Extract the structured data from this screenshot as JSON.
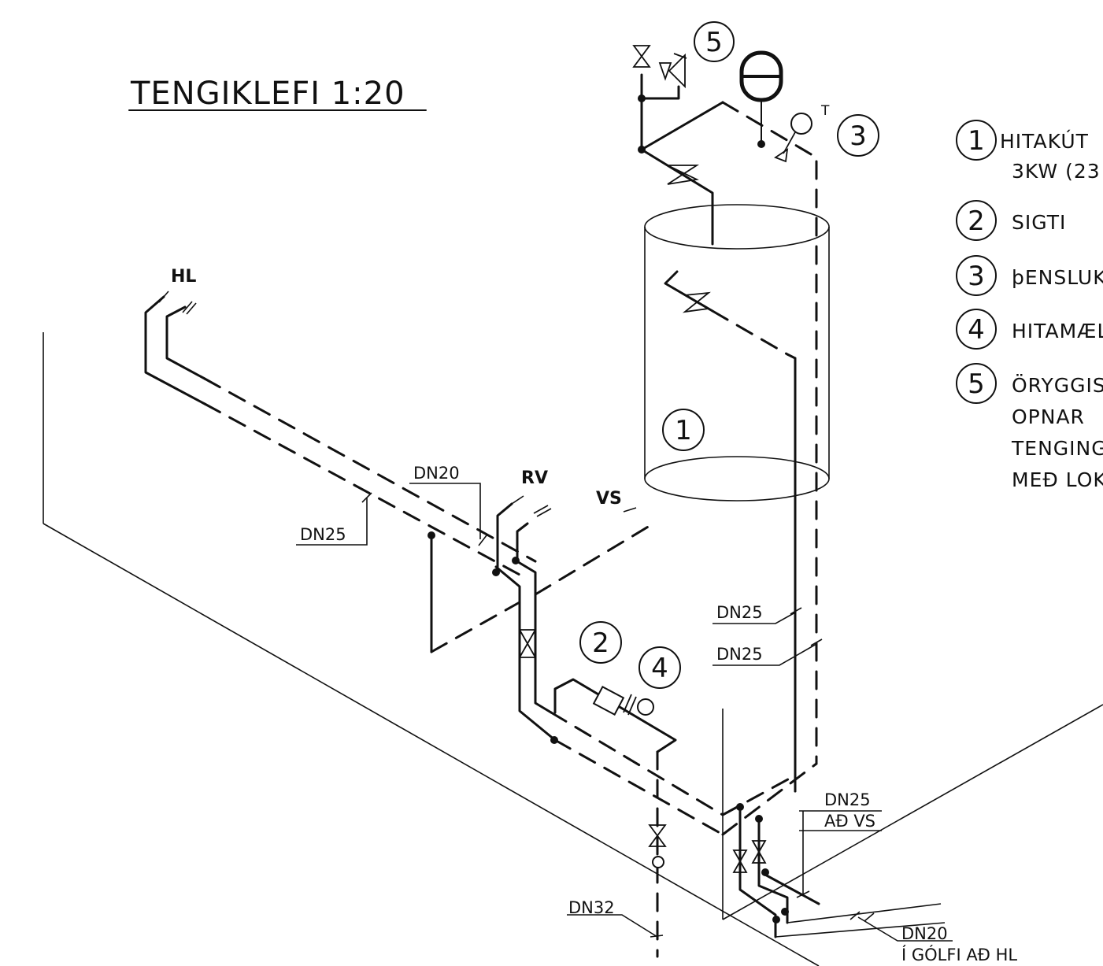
{
  "title": "TENGIKLEFI 1:20",
  "pipe_labels": {
    "hl": "HL",
    "rv": "RV",
    "vs": "VS",
    "dn20_main": "DN20",
    "dn25_main": "DN25",
    "dn25_upper": "DN25",
    "dn25_lower": "DN25",
    "dn25_vs": "DN25",
    "ad_vs": "AÐ VS",
    "dn32": "DN32",
    "dn20_floor": "DN20",
    "floor_hl": "Í GÓLFI AÐ HL",
    "temp_t": "T"
  },
  "markers": [
    "1",
    "2",
    "3",
    "4",
    "5"
  ],
  "legend": [
    {
      "num": "1",
      "lines": [
        "HITAKÚT",
        "3KW (23"
      ]
    },
    {
      "num": "2",
      "lines": [
        "SIGTI"
      ]
    },
    {
      "num": "3",
      "lines": [
        "þENSLUK"
      ]
    },
    {
      "num": "4",
      "lines": [
        "HITAMÆL"
      ]
    },
    {
      "num": "5",
      "lines": [
        "ÖRYGGIS",
        "OPNAR",
        "TENGING",
        "MEÐ LOK"
      ]
    }
  ]
}
